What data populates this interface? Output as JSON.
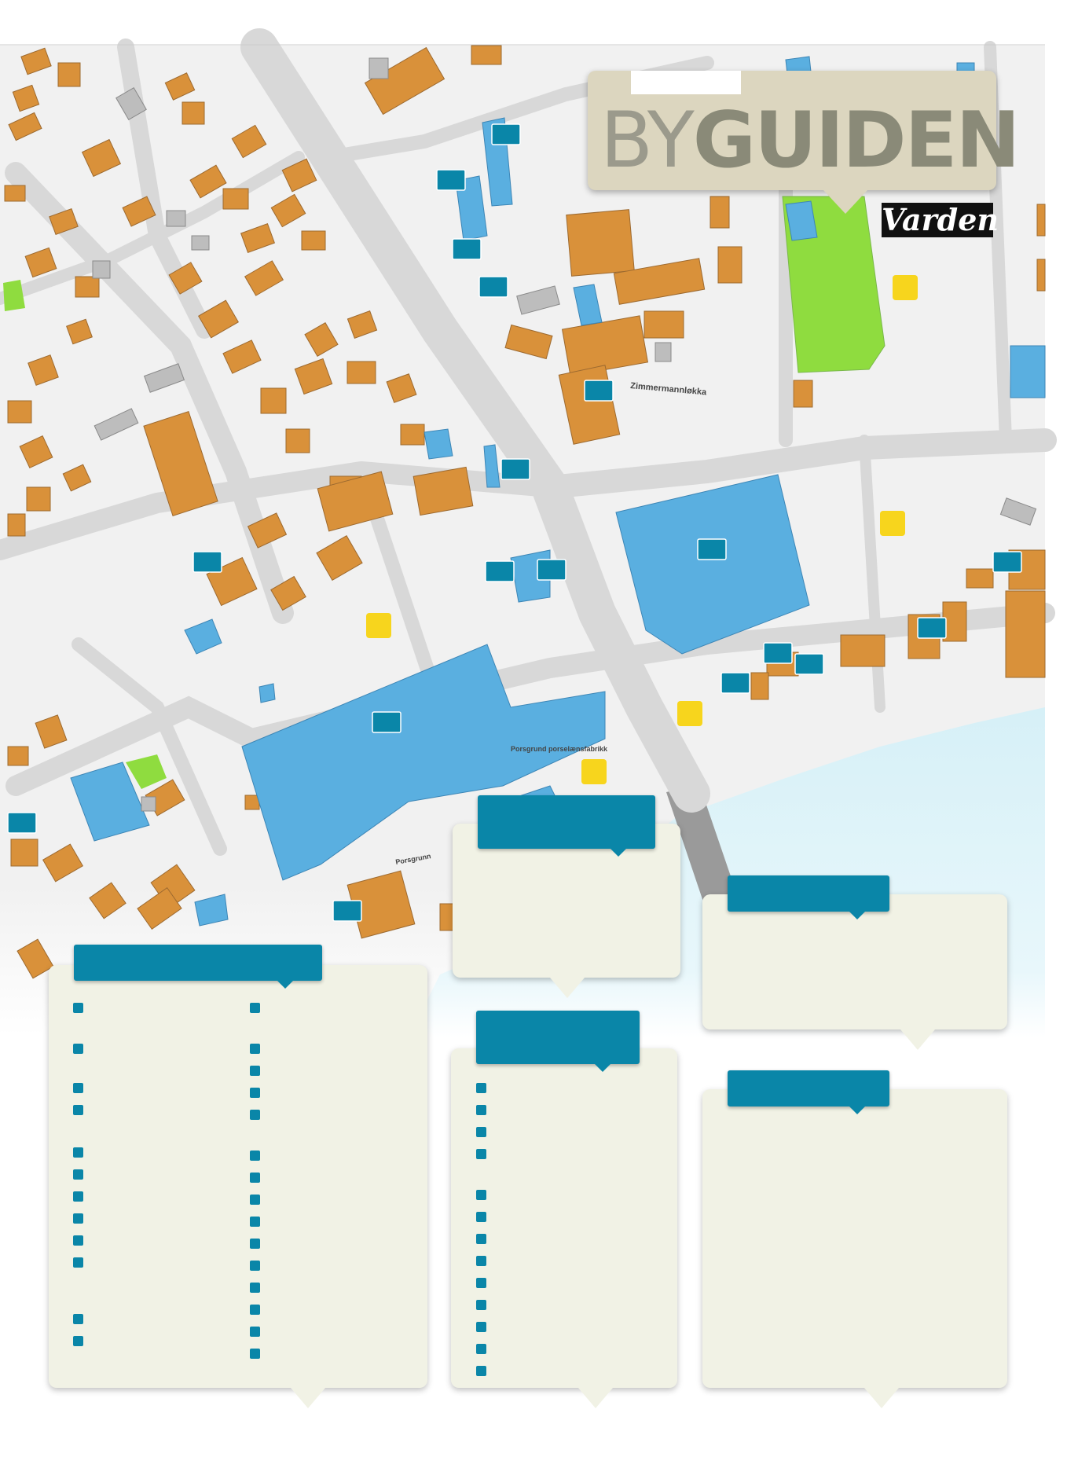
{
  "logo": {
    "title": "BYGUIDEN",
    "title_light": "BY",
    "title_bold": "GUIDEN"
  },
  "publisher": {
    "name": "Varden"
  },
  "map": {
    "street_labels": [
      "Zimmermannløkka",
      "Porsgrund porselænsfabrikk",
      "Porsgrunn"
    ],
    "colors": {
      "water": "#d9f1f7",
      "building": "#d9913a",
      "highlight": "#5aafe0",
      "park": "#8fdc3f",
      "marker": "#0a86a8",
      "yellow": "#f7d51d",
      "road": "#dadada"
    }
  },
  "panels": {
    "bottom_left": {
      "bullets_col1": 12,
      "bullets_col2": 15
    },
    "bottom_middle": {
      "bullets": 13
    }
  }
}
